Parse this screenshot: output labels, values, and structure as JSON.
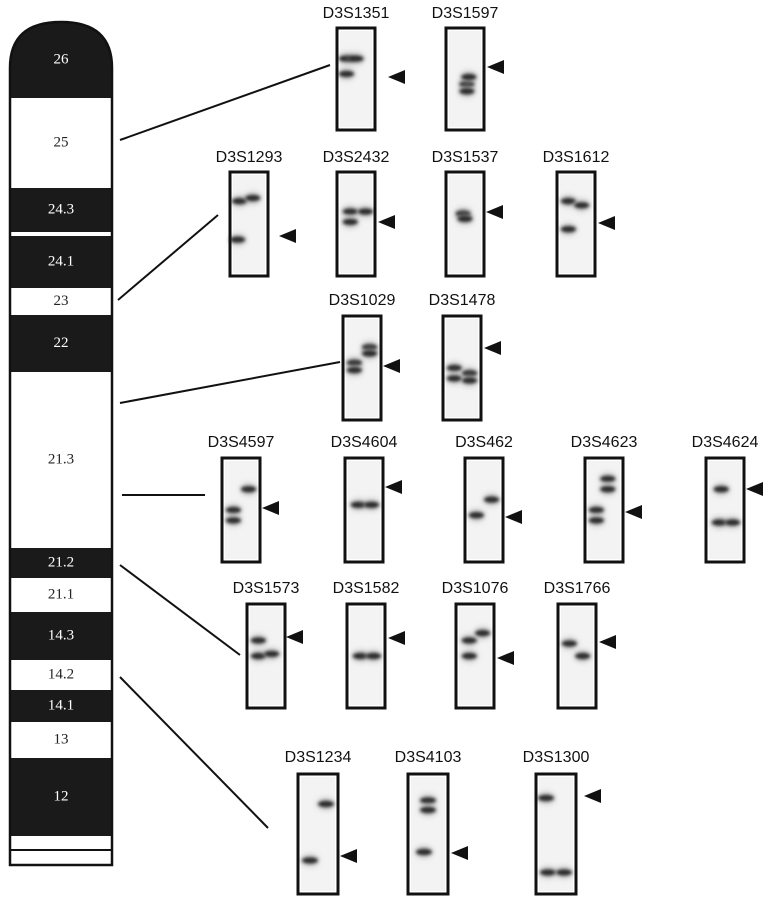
{
  "chromosome": {
    "bands": [
      {
        "label": "26",
        "dark": true
      },
      {
        "label": "25",
        "dark": false
      },
      {
        "label": "24.3",
        "dark": true
      },
      {
        "label": "24.1",
        "dark": true
      },
      {
        "label": "23",
        "dark": false
      },
      {
        "label": "22",
        "dark": true
      },
      {
        "label": "21.3",
        "dark": false
      },
      {
        "label": "21.2",
        "dark": true
      },
      {
        "label": "21.1",
        "dark": false
      },
      {
        "label": "14.3",
        "dark": true
      },
      {
        "label": "14.2",
        "dark": false
      },
      {
        "label": "14.1",
        "dark": true
      },
      {
        "label": "13",
        "dark": false
      },
      {
        "label": "12",
        "dark": true
      }
    ]
  },
  "marker_groups": [
    {
      "markers": [
        "D3S1351",
        "D3S1597"
      ]
    },
    {
      "markers": [
        "D3S1293",
        "D3S2432",
        "D3S1537",
        "D3S1612"
      ]
    },
    {
      "markers": [
        "D3S1029",
        "D3S1478"
      ]
    },
    {
      "markers": [
        "D3S4597",
        "D3S4604",
        "D3S462",
        "D3S4623",
        "D3S4624"
      ]
    },
    {
      "markers": [
        "D3S1573",
        "D3S1582",
        "D3S1076",
        "D3S1766"
      ]
    },
    {
      "markers": [
        "D3S1234",
        "D3S4103",
        "D3S1300"
      ]
    }
  ],
  "colors": {
    "band_dark": "#1a1a1a",
    "band_light": "#ffffff",
    "outline": "#111111",
    "gel": "#2b2b2b"
  }
}
